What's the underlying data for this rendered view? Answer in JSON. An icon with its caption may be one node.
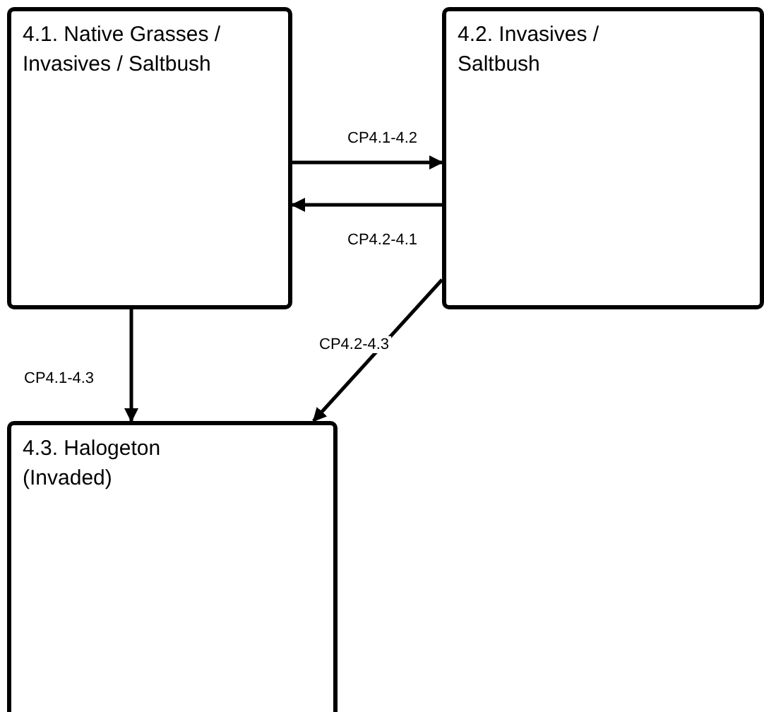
{
  "diagram": {
    "nodes": [
      {
        "text": [
          "4.1. Native Grasses / Invasives / Saltbush"
        ]
      },
      {
        "text": [
          "4.2. Invasives / Saltbush"
        ]
      },
      {
        "text": [
          "4.3. Halogeton (Invaded)"
        ]
      }
    ],
    "edges": [
      {
        "from": 0,
        "to": 1,
        "arrow": "to",
        "label": "CP4.1-4.2"
      },
      {
        "from": 1,
        "to": 0,
        "arrow": "to",
        "label": "CP4.2-4.1"
      },
      {
        "from": 0,
        "to": 2,
        "arrow": "to",
        "label": "CP4.1-4.3"
      },
      {
        "from": 1,
        "to": 2,
        "arrow": "to",
        "label": "CP4.2-4.3"
      }
    ]
  }
}
